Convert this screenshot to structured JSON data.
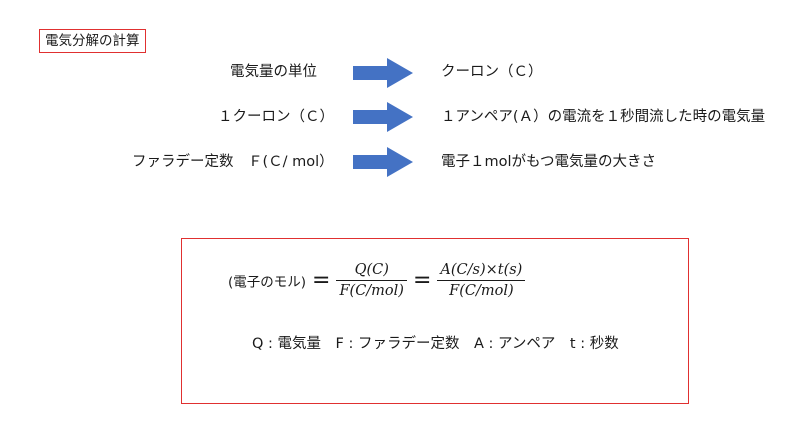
{
  "title": "電気分解の計算",
  "rows": [
    {
      "left": "電気量の単位",
      "right": "クーロン（Ｃ）"
    },
    {
      "left": "１クーロン（Ｃ）",
      "right": "１アンペア(Ａ）の電流を１秒間流した時の電気量"
    },
    {
      "left": "ファラデー定数　Ｆ(Ｃ/ mol）",
      "right": "電子１molがもつ電気量の大きさ"
    }
  ],
  "arrow_color": "#4472c4",
  "formula": {
    "lhs": "(電子のモル)",
    "eq1": "=",
    "frac1_num": "Q(C)",
    "frac1_den": "F(C/mol)",
    "eq2": "=",
    "frac2_num": "A(C/s)×t(s)",
    "frac2_den": "F(C/mol)"
  },
  "legend": "Q : 電気量　F : ファラデー定数　A : アンペア　t : 秒数"
}
